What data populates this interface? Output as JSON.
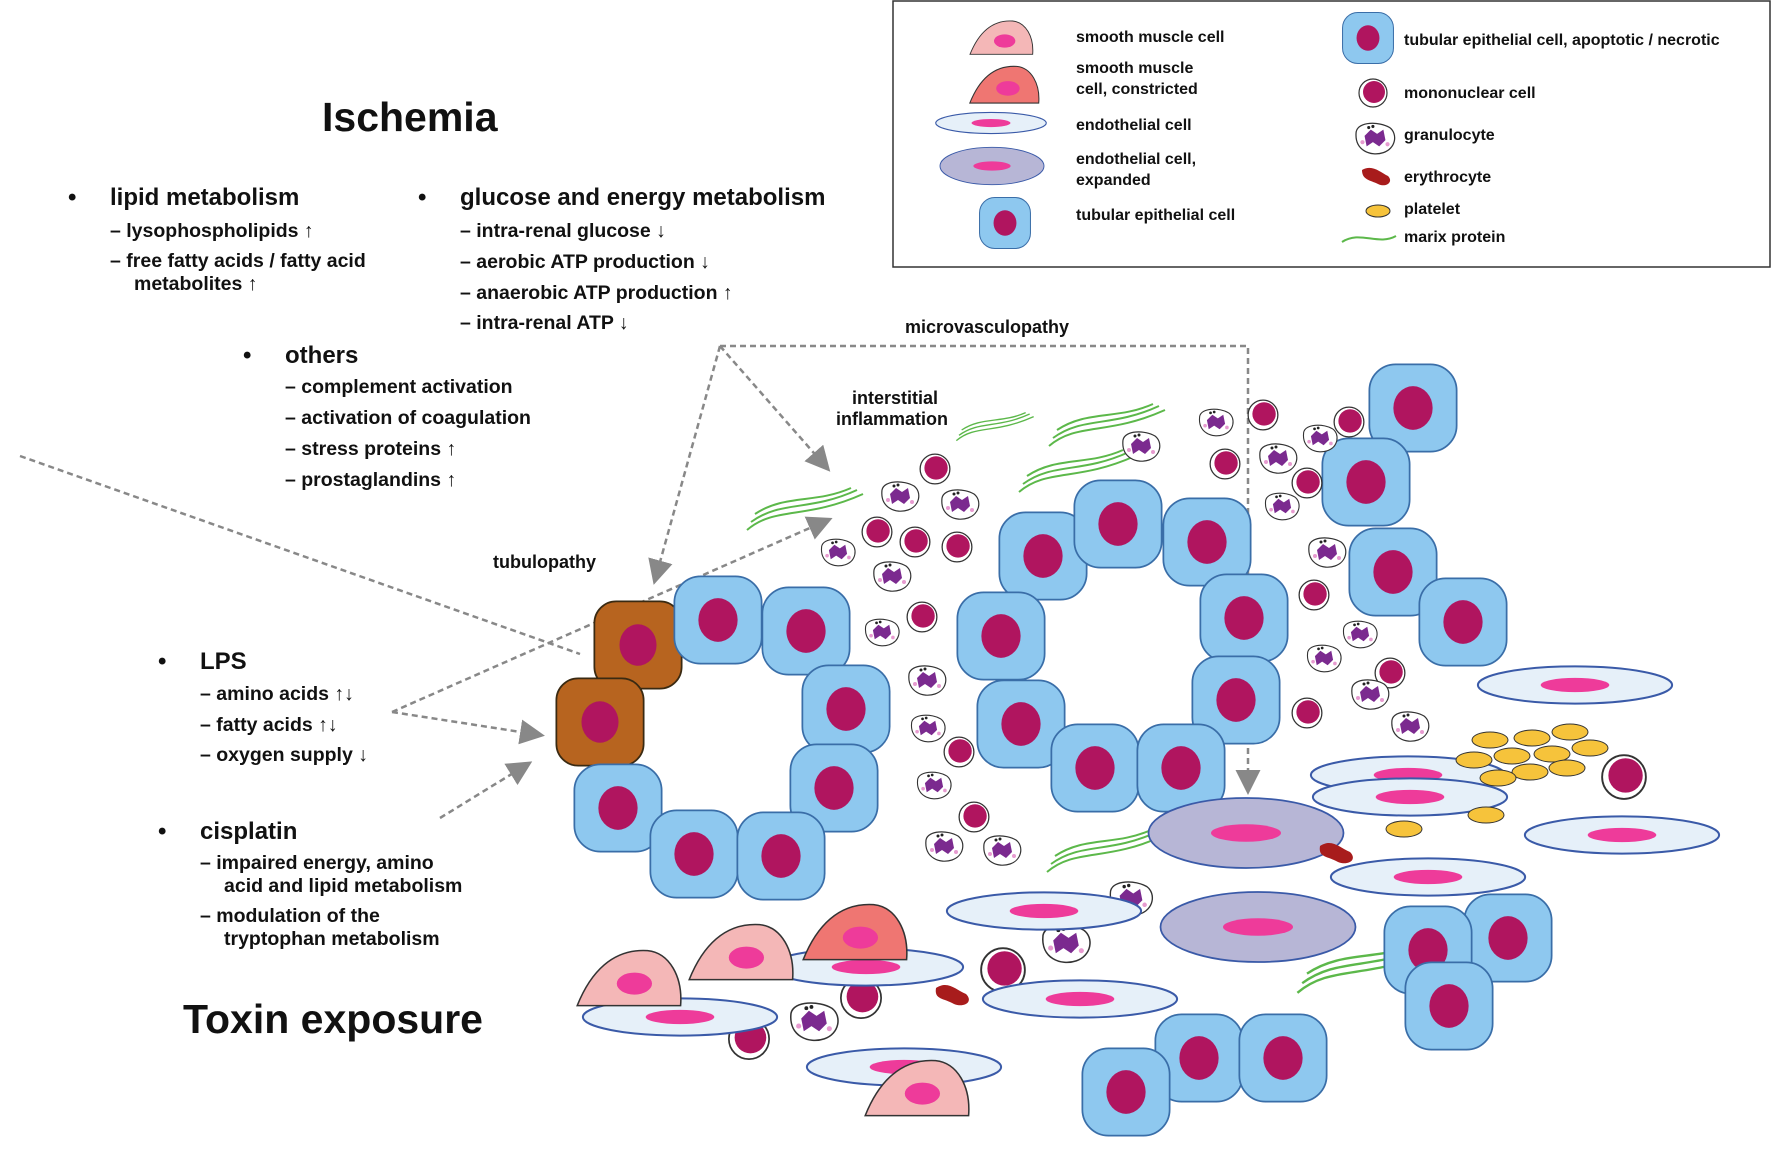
{
  "titles": {
    "ischemia": "Ischemia",
    "toxin": "Toxin exposure"
  },
  "ischemia": {
    "lipid": {
      "heading": "lipid metabolism",
      "items": [
        "– lysophospholipids ↑",
        "– free fatty acids / fatty acid",
        "metabolites ↑"
      ]
    },
    "glucose": {
      "heading": "glucose and energy metabolism",
      "items": [
        "– intra-renal glucose ↓",
        "– aerobic ATP production ↓",
        "– anaerobic ATP production  ↑",
        "– intra-renal ATP ↓"
      ]
    },
    "others": {
      "heading": "others",
      "items": [
        "– complement activation",
        "– activation of coagulation",
        "– stress proteins  ↑",
        "– prostaglandins ↑"
      ]
    }
  },
  "toxin": {
    "lps": {
      "heading": "LPS",
      "items": [
        "– amino acids ↑↓",
        "– fatty acids ↑↓",
        "– oxygen supply ↓"
      ]
    },
    "cisplatin": {
      "heading": "cisplatin",
      "items": [
        "– impaired energy, amino",
        "acid and lipid metabolism",
        "– modulation of the",
        "tryptophan metabolism"
      ]
    }
  },
  "labels": {
    "microvasculopathy": "microvasculopathy",
    "interstitial": [
      "interstitial",
      "inflammation"
    ],
    "tubulopathy": "tubulopathy"
  },
  "legend": {
    "smooth_muscle": "smooth muscle cell",
    "smooth_muscle_constricted": [
      "smooth muscle",
      "cell, constricted"
    ],
    "endothelial": "endothelial cell",
    "endothelial_expanded": [
      "endothelial cell,",
      "expanded"
    ],
    "tubular": "tubular epithelial cell",
    "tubular_apoptotic": "tubular epithelial cell, apoptotic / necrotic",
    "mononuclear": "mononuclear cell",
    "granulocyte": "granulocyte",
    "erythrocyte": "erythrocyte",
    "platelet": "platelet",
    "matrix": "marix protein"
  },
  "colors": {
    "tubular_fill": "#8ec8ef",
    "tubular_stroke": "#3a6ea8",
    "nucleus": "#b0155f",
    "apoptotic_fill": "#b7641f",
    "endothelial_fill": "#e6f0f9",
    "endo_nucleus": "#ee3b9a",
    "expanded_fill": "#b7b6d6",
    "smooth_fill": "#f4b7b7",
    "constricted_fill": "#ef7672",
    "erythrocyte": "#a81c1c",
    "platelet": "#f6c33b",
    "matrix": "#5cb84a",
    "granulocyte": "#7b2a8f",
    "arrow": "#888888"
  }
}
